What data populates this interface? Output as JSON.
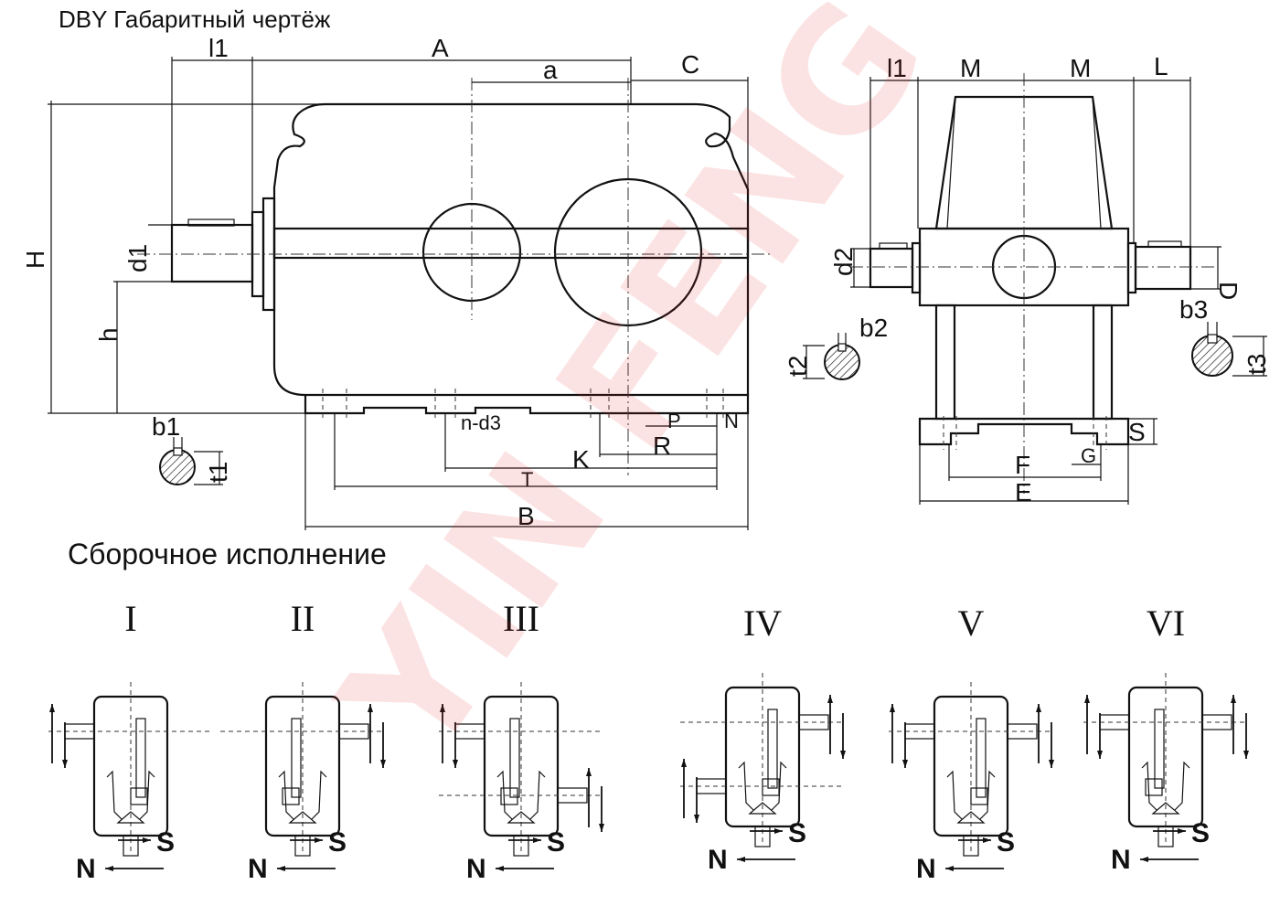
{
  "title": "DBY Габаритный чертёж",
  "assembly_title": "Сборочное исполнение",
  "watermark": "YIN FENG",
  "colors": {
    "line": "#111111",
    "watermark": "#eb2828"
  },
  "front_view": {
    "labels": {
      "l1": "l1",
      "A": "A",
      "a": "a",
      "C": "C",
      "H": "H",
      "d1": "d1",
      "h": "h",
      "nd3": "n-d3",
      "P": "P",
      "N": "N",
      "R": "R",
      "K": "K",
      "T": "T",
      "B": "B",
      "b1": "b1",
      "t1": "t1"
    }
  },
  "side_view": {
    "labels": {
      "l1": "l1",
      "M1": "M",
      "M2": "M",
      "L": "L",
      "d2": "d2",
      "D": "D",
      "b2": "b2",
      "t2": "t2",
      "b3": "b3",
      "t3": "t3",
      "S": "S",
      "G": "G",
      "F": "F",
      "E": "E"
    }
  },
  "assembly_variants": [
    {
      "id": "I",
      "roman": "I",
      "dir_s": "S",
      "dir_n": "N"
    },
    {
      "id": "II",
      "roman": "II",
      "dir_s": "S",
      "dir_n": "N"
    },
    {
      "id": "III",
      "roman": "III",
      "dir_s": "S",
      "dir_n": "N"
    },
    {
      "id": "IV",
      "roman": "IV",
      "dir_s": "S",
      "dir_n": "N"
    },
    {
      "id": "V",
      "roman": "V",
      "dir_s": "S",
      "dir_n": "N"
    },
    {
      "id": "VI",
      "roman": "VI",
      "dir_s": "S",
      "dir_n": "N"
    }
  ]
}
